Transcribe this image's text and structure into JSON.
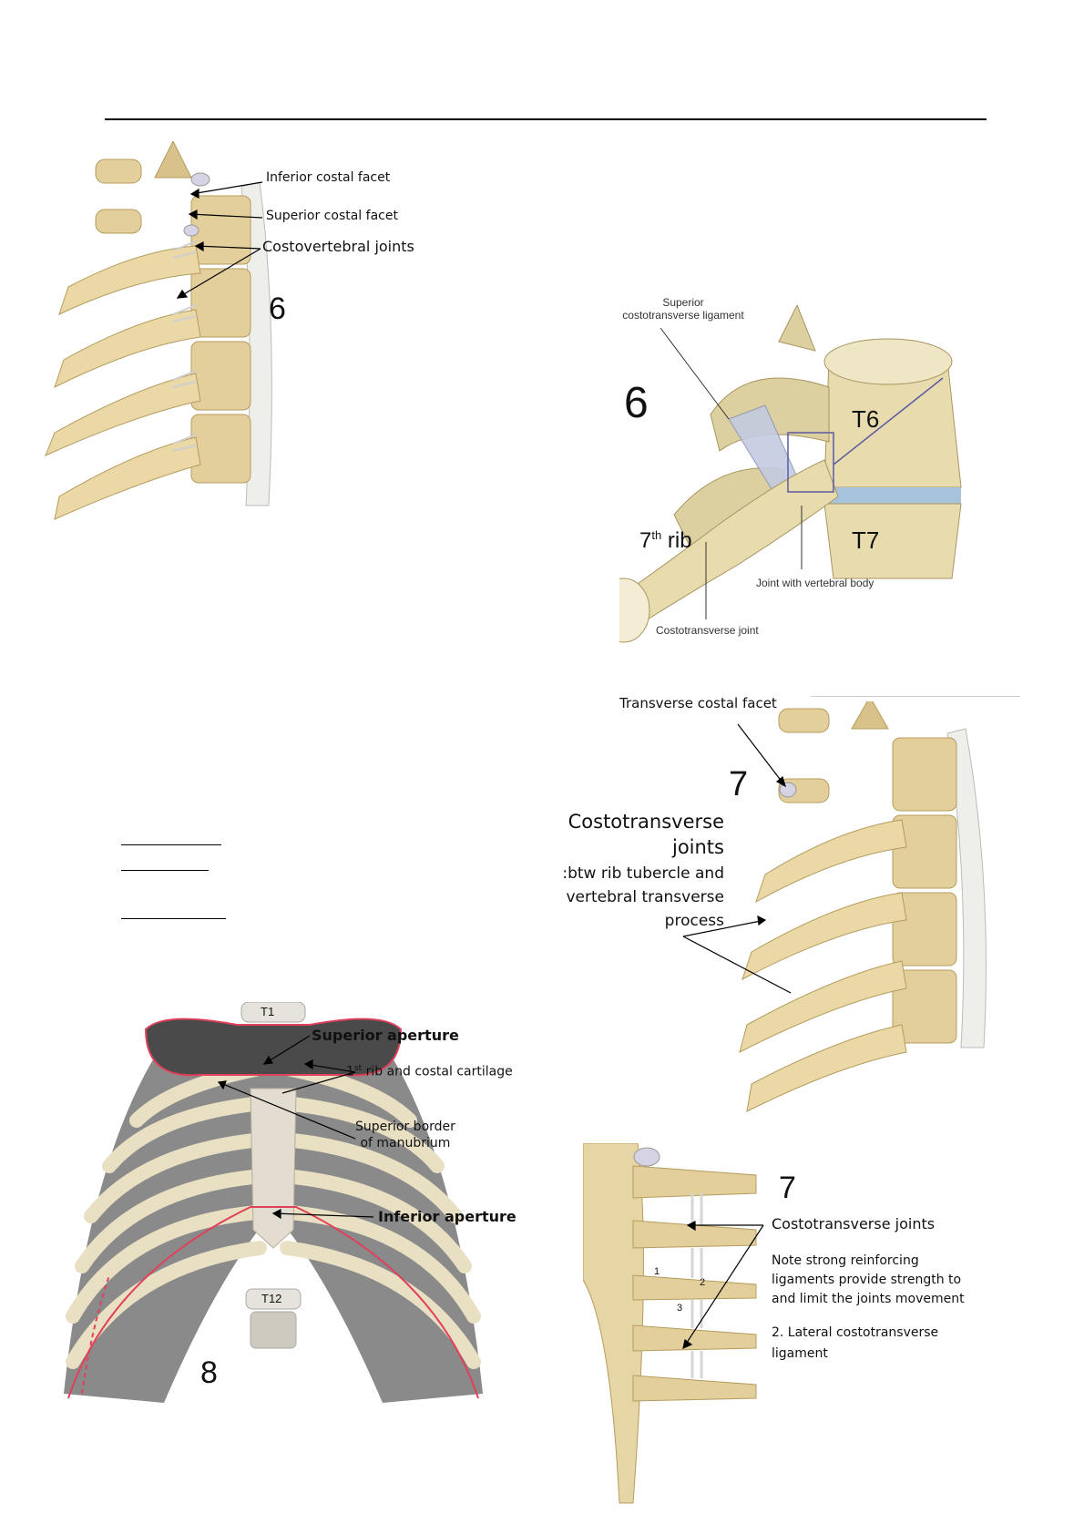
{
  "fig6_left": {
    "number": "6",
    "labels": {
      "inferior_costal_facet": "Inferior costal facet",
      "superior_costal_facet": "Superior costal facet",
      "costovertebral_joints": "Costovertebral joints"
    }
  },
  "fig6_right": {
    "number": "6",
    "labels": {
      "superior_ligament": "Superior\ncostotransverse ligament",
      "t6": "T6",
      "t7": "T7",
      "rib7_base": "7",
      "rib7_sup": "th",
      "rib7_word": " rib",
      "joint_vertebral_body": "Joint with vertebral body",
      "costotransverse_joint": "Costotransverse joint"
    }
  },
  "fig7_upper": {
    "number": "7",
    "labels": {
      "transverse_costal_facet": "Transverse costal facet",
      "costotransverse_title": "Costotransverse\njoints",
      "costotransverse_desc": ":btw rib tubercle and\nvertebral transverse\nprocess"
    }
  },
  "fig7_lower": {
    "number": "7",
    "labels": {
      "costotransverse_joints": "Costotransverse joints",
      "note": "Note strong reinforcing\nligaments provide strength to\nand limit the joints movement",
      "lateral_ligament": "2. Lateral costotransverse\nligament",
      "n1": "1",
      "n2": "2",
      "n3": "3"
    }
  },
  "fig8": {
    "number": "8",
    "labels": {
      "t1": "T1",
      "t12": "T12",
      "superior_aperture": "Superior aperture",
      "first_rib_sup": "st",
      "first_rib_base": "1",
      "first_rib_rest": " rib and costal cartilage",
      "superior_border": "Superior border\nof manubrium",
      "inferior_aperture": "Inferior aperture"
    }
  }
}
